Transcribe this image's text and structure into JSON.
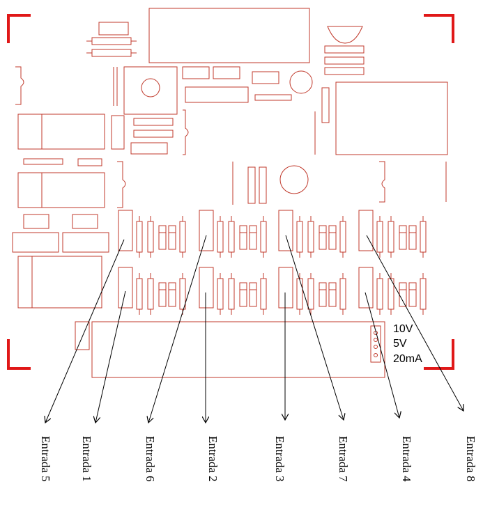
{
  "switch_labels": [
    "10V",
    "5V",
    "20mA"
  ],
  "inputs": [
    "Entrada 5",
    "Entrada 1",
    "Entrada 6",
    "Entrada 2",
    "Entrada 3",
    "Entrada 7",
    "Entrada 4",
    "Entrada 8"
  ],
  "colors": {
    "outline": "#c0392b",
    "corner": "#e01818",
    "leader": "#000000"
  }
}
